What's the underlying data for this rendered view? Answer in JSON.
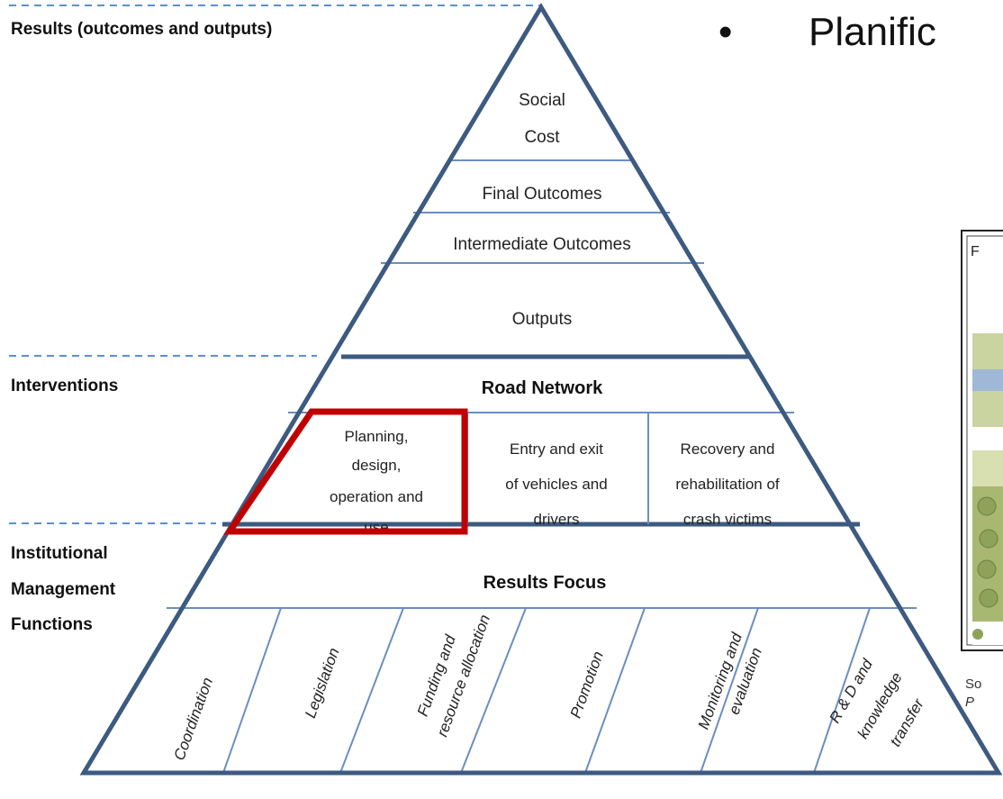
{
  "slide": {
    "bullet": "•",
    "title_fragment": "Planific"
  },
  "levels": {
    "results": "Results (outcomes and outputs)",
    "interventions": "Interventions",
    "institutional_1": "Institutional",
    "institutional_2": "Management",
    "institutional_3": "Functions"
  },
  "pyramid": {
    "social_cost_1": "Social",
    "social_cost_2": "Cost",
    "final_outcomes": "Final Outcomes",
    "intermediate_outcomes": "Intermediate Outcomes",
    "outputs": "Outputs",
    "road_network": "Road Network",
    "planning_1": "Planning,",
    "planning_2": "design,",
    "planning_3": "operation and",
    "planning_4": "use",
    "entry_1": "Entry and exit",
    "entry_2": "of vehicles and",
    "entry_3": "drivers",
    "recovery_1": "Recovery and",
    "recovery_2": "rehabilitation of",
    "recovery_3": "crash victims",
    "results_focus": "Results Focus",
    "functions": {
      "coordination": "Coordination",
      "legislation": "Legislation",
      "funding_1": "Funding and",
      "funding_2": "resource allocation",
      "promotion": "Promotion",
      "monitoring_1": "Monitoring and",
      "monitoring_2": "evaluation",
      "rd_1": "R & D and",
      "rd_2": "knowledge",
      "rd_3": "transfer"
    }
  },
  "side_image": {
    "corner_char": "F",
    "source_1": "So",
    "source_2": "P"
  },
  "colors": {
    "pyramid_outline": "#3d5a80",
    "thin_lines": "#6a8fc2",
    "dashed": "#5b8ed6",
    "highlight": "#c00000"
  }
}
